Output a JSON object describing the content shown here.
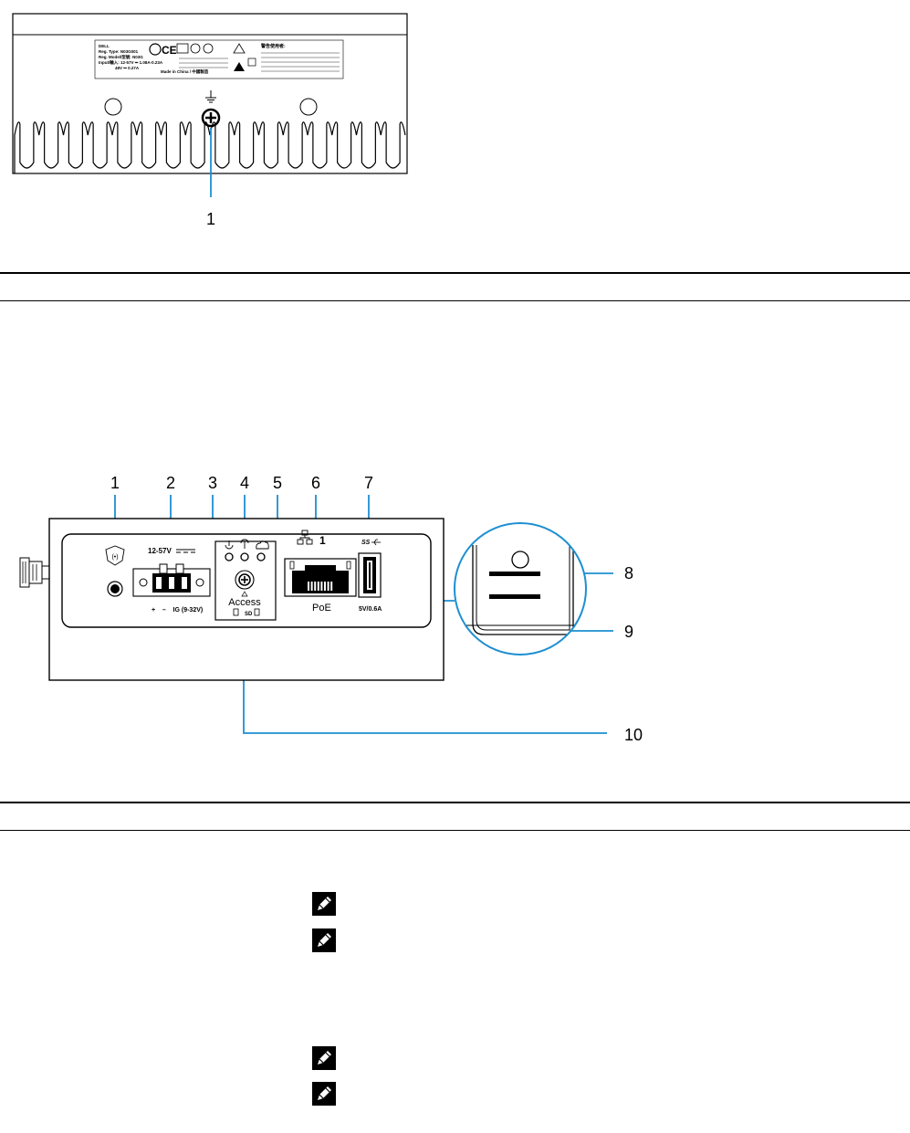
{
  "figure_bottom": {
    "callouts": [
      "1"
    ],
    "label": {
      "lines": [
        "DELL",
        "Reg. Type: N03G001",
        "Reg. Model/型號: N03G",
        "Input/輸入: 12-57V ⎓ 1.08A-0.23A",
        "48V ⎓ 0.27A",
        "Made in China / 中國製造"
      ],
      "warning_title": "警告使用者:"
    }
  },
  "figure_front": {
    "callouts": [
      "1",
      "2",
      "3",
      "4",
      "5",
      "6",
      "7",
      "8",
      "9",
      "10"
    ],
    "power_label": "12-57V",
    "power_pins": "+    –    IG (9-32V)",
    "lan_number": "1",
    "poe_label": "PoE",
    "access_label": "Access",
    "sd_label": "SD",
    "usb_rating": "5V/0.6A",
    "usb_logo": "SS"
  },
  "notes": [
    {
      "icon": "note-pencil-icon"
    },
    {
      "icon": "note-pencil-icon"
    },
    {
      "icon": "note-pencil-icon"
    },
    {
      "icon": "note-pencil-icon"
    }
  ]
}
